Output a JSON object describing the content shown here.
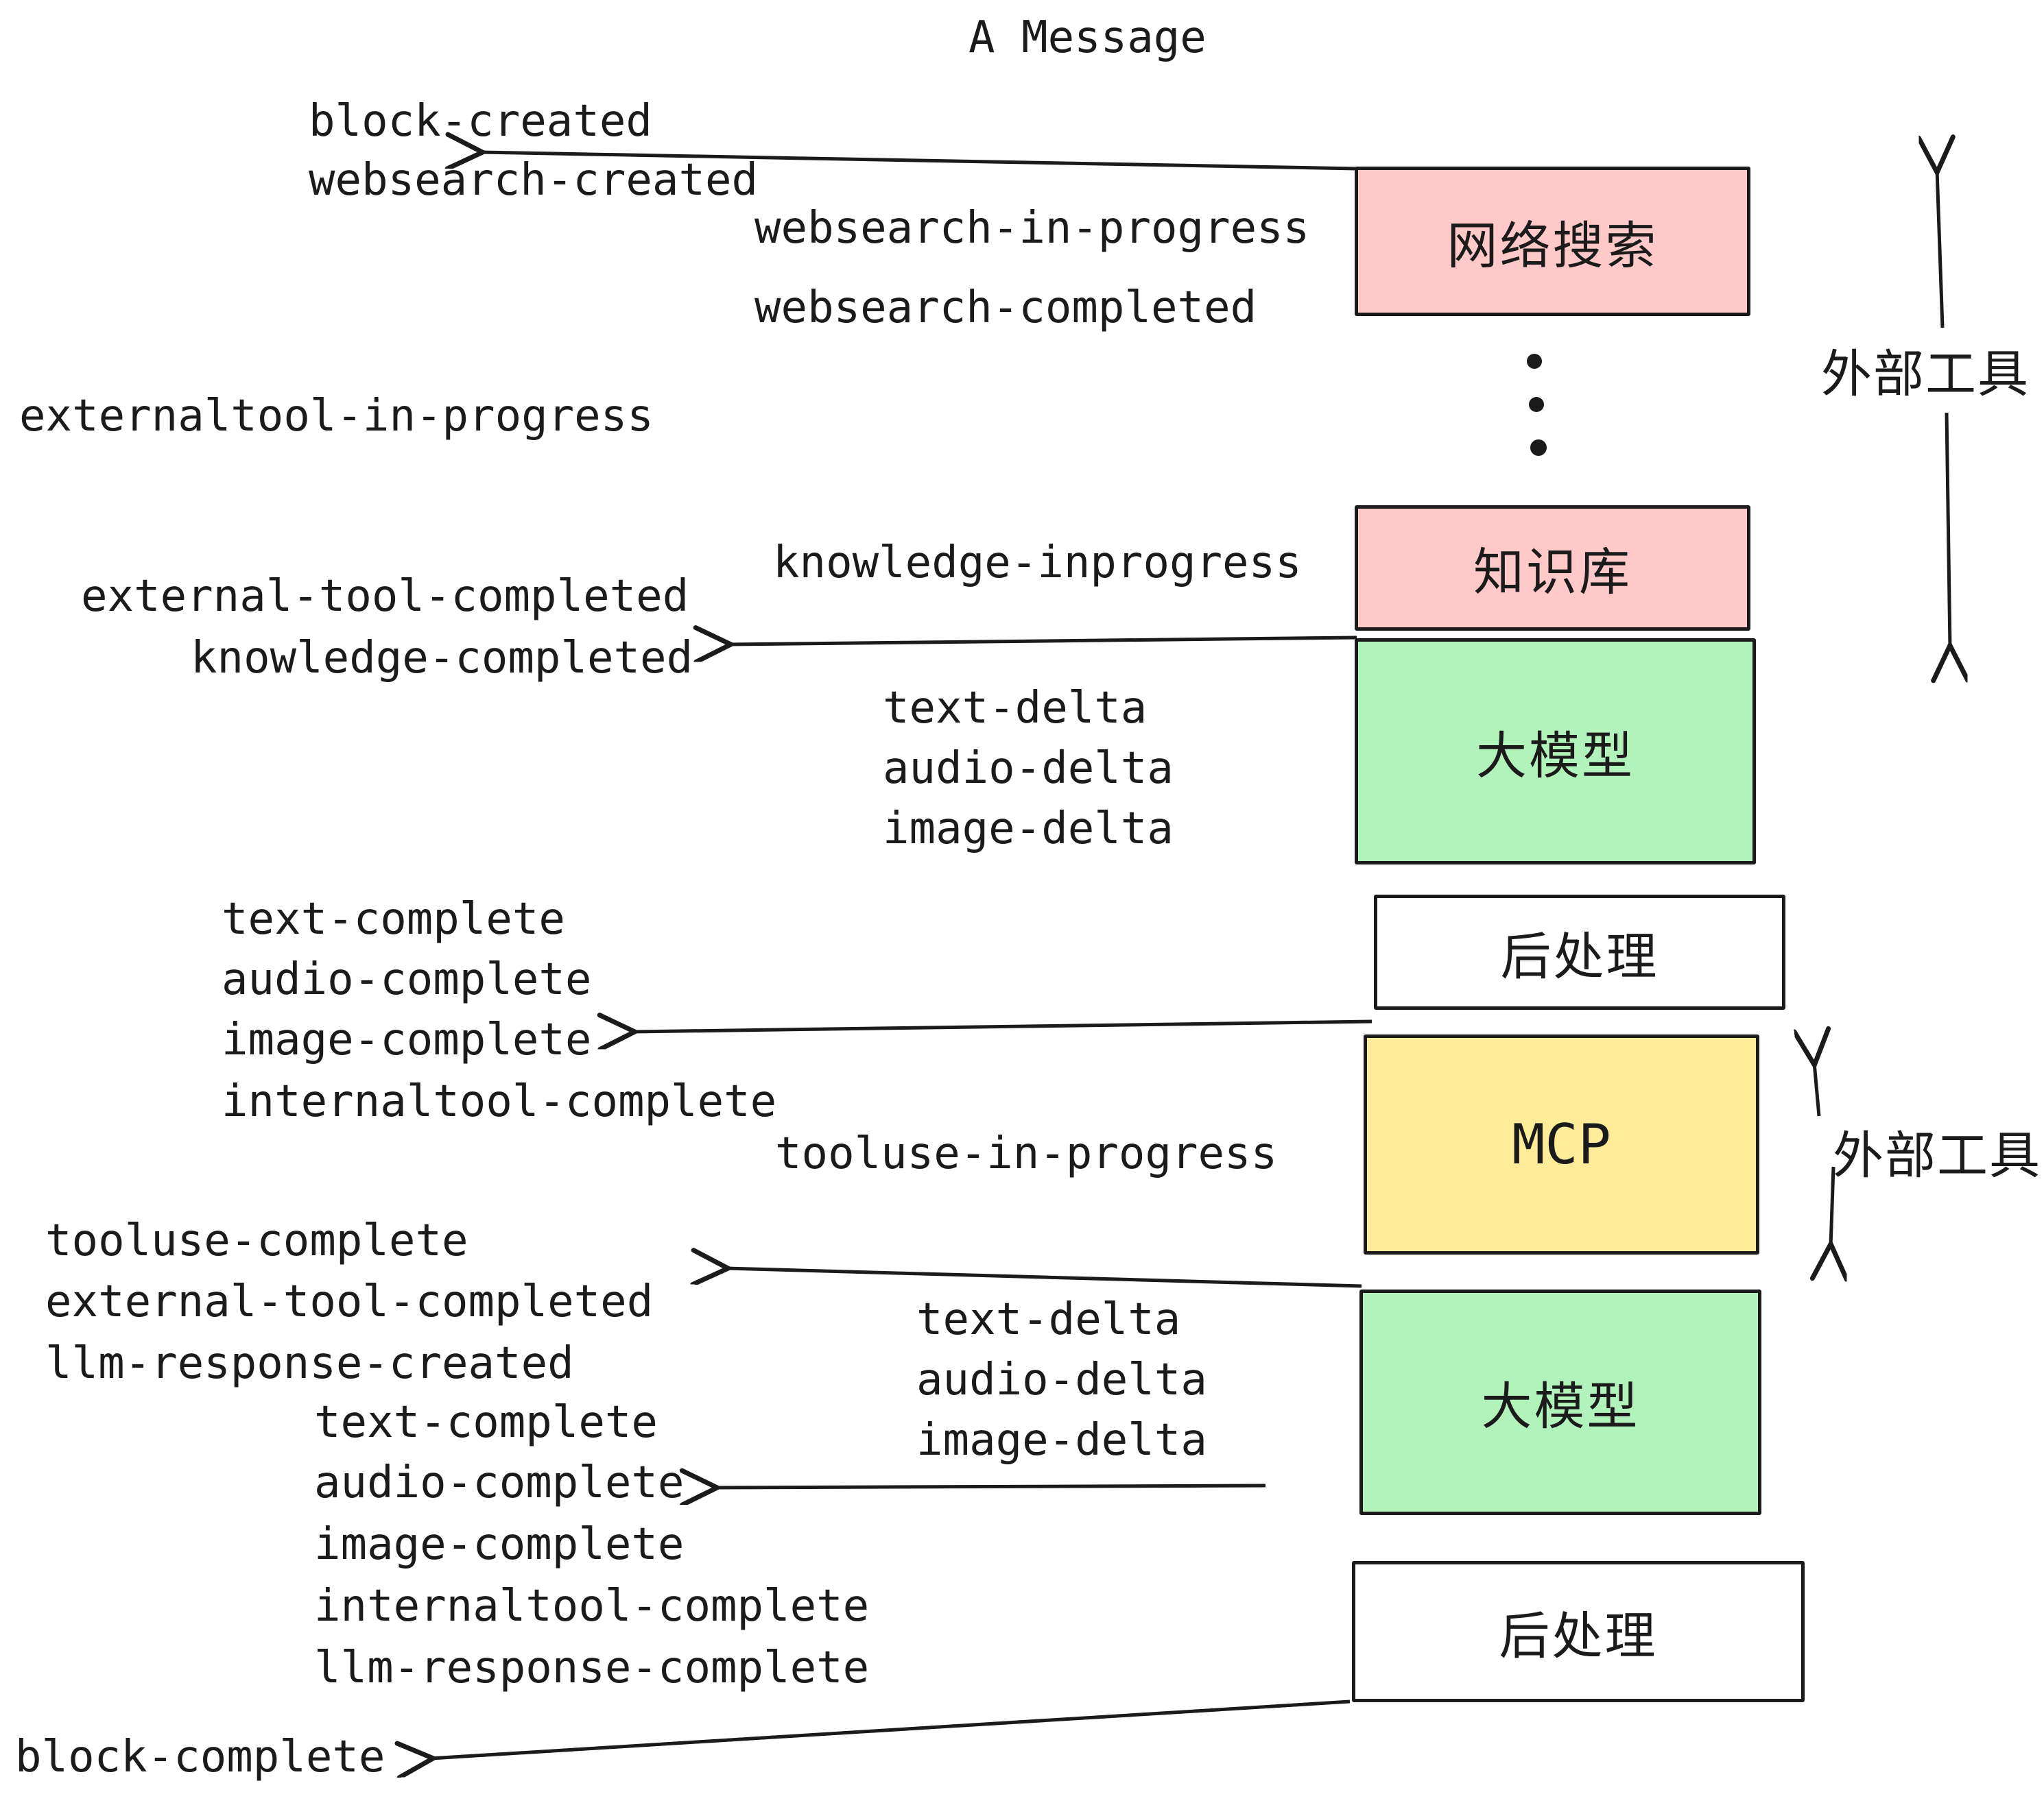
{
  "title": "A Message",
  "palette": {
    "pink": "#ffc9c9",
    "green": "#b2f2bb",
    "yellow": "#ffec99",
    "white": "#ffffff",
    "ink": "#1b1b1b"
  },
  "boxes": {
    "websearch": {
      "label": "网络搜索",
      "color": "#ffc9c9"
    },
    "knowledge": {
      "label": "知识库",
      "color": "#ffc9c9"
    },
    "llm1": {
      "label": "大模型",
      "color": "#b2f2bb"
    },
    "post1": {
      "label": "后处理",
      "color": "#ffffff"
    },
    "mcp": {
      "label": "MCP",
      "color": "#ffec99"
    },
    "llm2": {
      "label": "大模型",
      "color": "#b2f2bb"
    },
    "post2": {
      "label": "后处理",
      "color": "#ffffff"
    }
  },
  "side_labels": {
    "external_tools_top": "外部工具",
    "external_tools_mid": "外部工具"
  },
  "events": {
    "block_created": "block-created",
    "websearch_created": "websearch-created",
    "websearch_in_progress": "websearch-in-progress",
    "websearch_completed": "websearch-completed",
    "externaltool_in_progress": "externaltool-in-progress",
    "knowledge_inprogress": "knowledge-inprogress",
    "external_tool_completed_1": "external-tool-completed",
    "knowledge_completed": "knowledge-completed",
    "text_delta_1": "text-delta",
    "audio_delta_1": "audio-delta",
    "image_delta_1": "image-delta",
    "text_complete_1": "text-complete",
    "audio_complete_1": "audio-complete",
    "image_complete_1": "image-complete",
    "internaltool_complete_1": "internaltool-complete",
    "tooluse_in_progress": "tooluse-in-progress",
    "tooluse_complete": "tooluse-complete",
    "external_tool_completed_2": "external-tool-completed",
    "llm_response_created": "llm-response-created",
    "text_delta_2": "text-delta",
    "audio_delta_2": "audio-delta",
    "image_delta_2": "image-delta",
    "text_complete_2": "text-complete",
    "audio_complete_2": "audio-complete",
    "image_complete_2": "image-complete",
    "internaltool_complete_2": "internaltool-complete",
    "llm_response_complete": "llm-response-complete",
    "block_complete": "block-complete"
  }
}
